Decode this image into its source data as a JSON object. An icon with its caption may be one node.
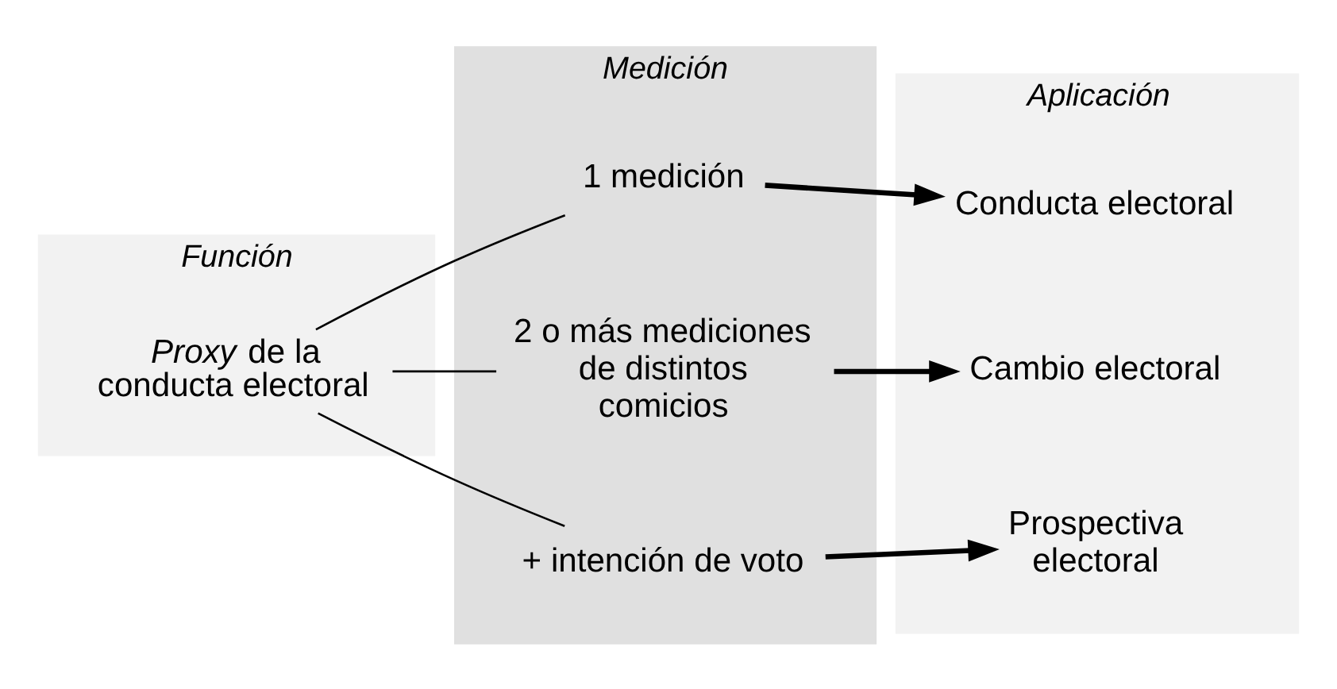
{
  "diagram": {
    "nodes": [
      {
        "text": [
          "Función"
        ]
      },
      {
        "text": [
          "*Proxy* de la conducta electoral"
        ],
        "in": 0
      },
      {
        "text": [
          "Medición"
        ]
      },
      {
        "text": [
          "1 medición"
        ],
        "in": 2
      },
      {
        "text": [
          "2 o más mediciones de distintos comicios"
        ],
        "in": 2
      },
      {
        "text": [
          "+ intención de voto"
        ],
        "in": 2
      },
      {
        "text": [
          "Aplicación"
        ]
      },
      {
        "text": [
          "Conducta electoral"
        ],
        "in": 6
      },
      {
        "text": [
          "Cambio electoral"
        ],
        "in": 6
      },
      {
        "text": [
          "Prospectiva electoral"
        ],
        "in": 6
      }
    ],
    "edges": [
      {
        "from": 1,
        "to": 3,
        "arrow": "none"
      },
      {
        "from": 1,
        "to": 4,
        "arrow": "none"
      },
      {
        "from": 1,
        "to": 5,
        "arrow": "none"
      },
      {
        "from": 3,
        "to": 7,
        "arrow": "to",
        "style": "thick"
      },
      {
        "from": 4,
        "to": 8,
        "arrow": "to",
        "style": "thick"
      },
      {
        "from": 5,
        "to": 9,
        "arrow": "to",
        "style": "thick"
      }
    ]
  }
}
